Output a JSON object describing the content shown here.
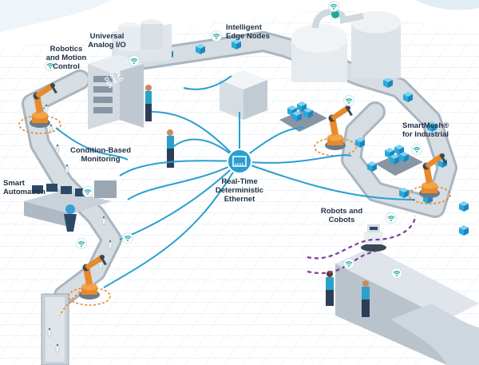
{
  "labels": {
    "robotics": [
      "Robotics",
      "and Motion",
      "Control"
    ],
    "universal_io": [
      "Universal",
      "Analog I/O"
    ],
    "intelligent_edge": [
      "Intelligent",
      "Edge Nodes"
    ],
    "plc_dcs": [
      "PLC",
      "and",
      "DCS"
    ],
    "condition_monitoring": [
      "Condition-Based",
      "Monitoring"
    ],
    "smartmesh": [
      "SmartMesh®",
      "for Industrial"
    ],
    "smart_automation": [
      "Smart",
      "Automation"
    ],
    "ethernet": [
      "Real-Time",
      "Deterministic",
      "Ethernet"
    ],
    "robots_cobots": [
      "Robots and",
      "Cobots"
    ]
  },
  "colors": {
    "network_line": "#2a9fd0",
    "wireless_path": "#7d3f98",
    "robot_orange": "#e8892a",
    "conveyor": "#b9c3cc",
    "box_blue": "#39b6e6",
    "label_text": "#1e2f45",
    "floor_grid": "#dbe9f3",
    "wifi_badge": "#1aa9a0"
  },
  "icons": {
    "hub": "ethernet-port-icon",
    "wireless": "wifi-icon",
    "robot_arm": "robot-arm-icon",
    "cobot": "mobile-robot-icon",
    "server": "server-rack-icon",
    "workstation": "monitor-icon",
    "silo": "storage-tank-icon",
    "person": "worker-icon"
  }
}
